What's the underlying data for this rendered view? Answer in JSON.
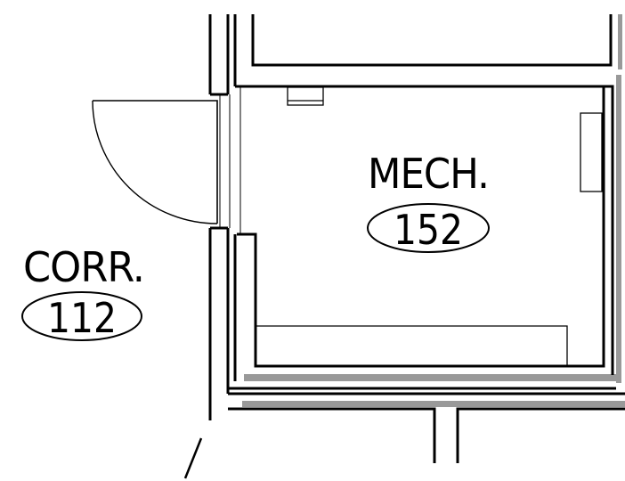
{
  "rooms": [
    {
      "name": "MECH.",
      "number": "152"
    },
    {
      "name": "CORR.",
      "number": "112"
    }
  ],
  "colors": {
    "line": "#000000",
    "shadow": "#999999",
    "background": "#ffffff"
  }
}
